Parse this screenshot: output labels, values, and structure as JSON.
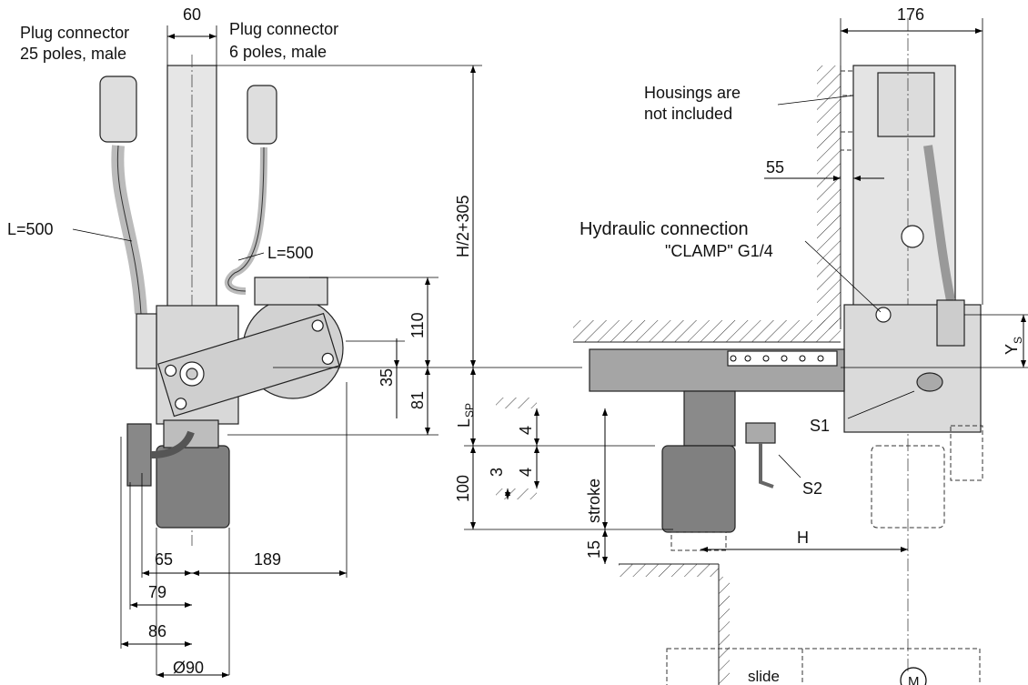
{
  "labels": {
    "plug25": [
      "Plug connector",
      "25 poles, male"
    ],
    "plug6": [
      "Plug connector",
      "6 poles, male"
    ],
    "dim_60": "60",
    "dim_176": "176",
    "housings": [
      "Housings are",
      "not included"
    ],
    "dim_55": "55",
    "dim_h2_305": "H/2+305",
    "hydraulic": [
      "Hydraulic connection",
      "\"CLAMP\" G1/4"
    ],
    "cable_left": "L=500",
    "cable_right": "L=500",
    "dim_110": "110",
    "dim_35": "35",
    "dim_81": "81",
    "dim_ys": "Y",
    "dim_ys_sub": "S",
    "dim_lsp": "L",
    "dim_lsp_sub": "SP",
    "s1": "S1",
    "s2": "S2",
    "dim_4a": "4",
    "dim_4b": "4",
    "dim_3": "3",
    "dim_100": "100",
    "stroke": "stroke",
    "dim_15": "15",
    "dim_h": "H",
    "dim_65": "65",
    "dim_189": "189",
    "dim_79": "79",
    "dim_86": "86",
    "dim_d90": "Ø90",
    "legend_slide": "slide",
    "legend_m": "M"
  }
}
